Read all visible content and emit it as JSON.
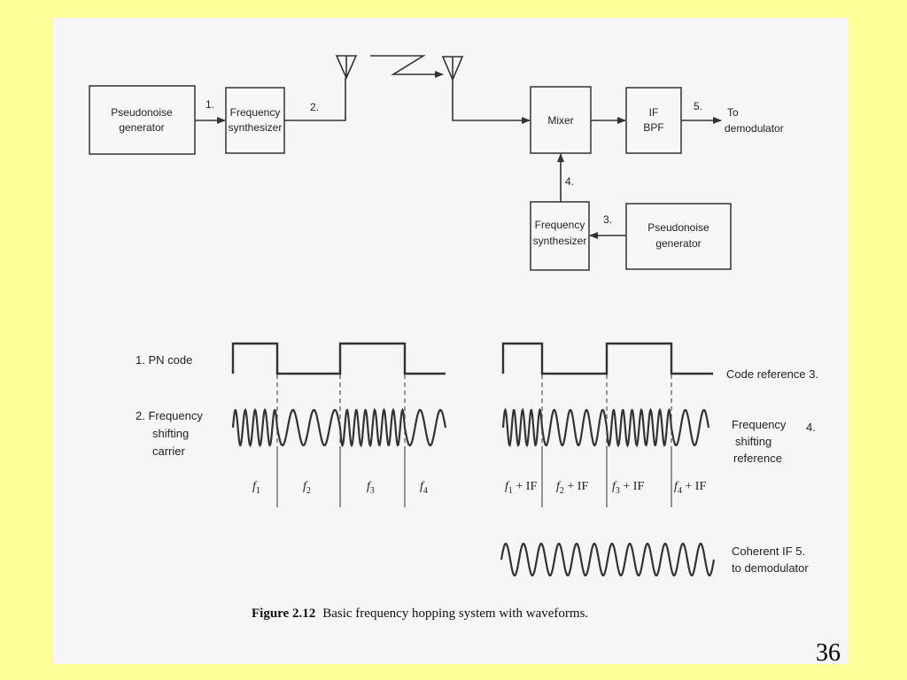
{
  "blocks": {
    "tx_pn_l1": "Pseudonoise",
    "tx_pn_l2": "generator",
    "tx_fs_l1": "Frequency",
    "tx_fs_l2": "synthesizer",
    "mixer": "Mixer",
    "ifbpf_l1": "IF",
    "ifbpf_l2": "BPF",
    "rx_fs_l1": "Frequency",
    "rx_fs_l2": "synthesizer",
    "rx_pn_l1": "Pseudonoise",
    "rx_pn_l2": "generator",
    "to_l1": "To",
    "to_l2": "demodulator"
  },
  "markers": {
    "m1": "1.",
    "m2": "2.",
    "m3": "3.",
    "m4": "4.",
    "m5": "5."
  },
  "waveform_labels": {
    "pn_code": "1.  PN code",
    "freq_l1": "2.  Frequency",
    "freq_l2": "shifting",
    "freq_l3": "carrier",
    "code_ref": "Code reference  3.",
    "fsr_l1": "Frequency",
    "fsr_l2": "shifting",
    "fsr_l3": "reference",
    "fsr_num": "4.",
    "coh_l1": "Coherent IF   5.",
    "coh_l2": "to demodulator"
  },
  "freq_labels_left": [
    "f1",
    "f2",
    "f3",
    "f4"
  ],
  "freq_labels_right": [
    "f1 + IF",
    "f2 + IF",
    "f3 + IF",
    "f4 + IF"
  ],
  "caption": {
    "label": "Figure 2.12",
    "text": "Basic frequency hopping system with waveforms."
  },
  "page_number": "36"
}
